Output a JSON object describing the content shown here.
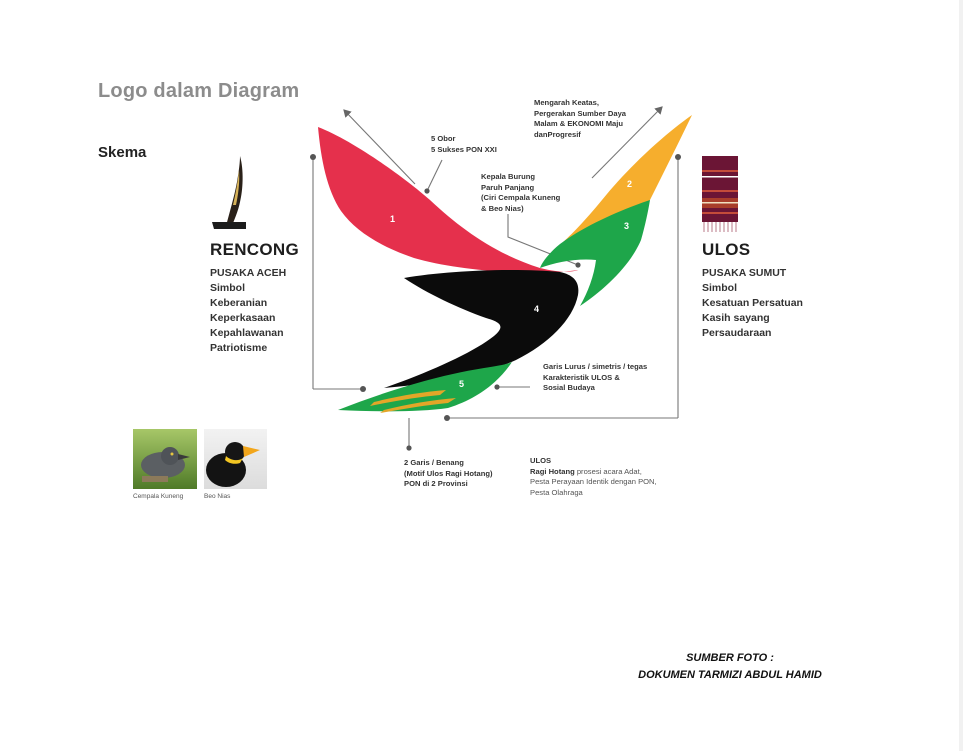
{
  "title": "Logo dalam Diagram",
  "subtitle": "Skema",
  "left": {
    "heading": "RENCONG",
    "lines": [
      "PUSAKA ACEH",
      "Simbol",
      "Keberanian",
      "Keperkasaan",
      "Kepahlawanan",
      "Patriotisme"
    ]
  },
  "right": {
    "heading": "ULOS",
    "lines": [
      "PUSAKA SUMUT",
      "Simbol",
      "Kesatuan Persatuan",
      "Kasih sayang",
      "Persaudaraan"
    ]
  },
  "annotations": {
    "obor": [
      "5 Obor",
      "5 Sukses PON XXI"
    ],
    "mengarah": [
      "Mengarah Keatas,",
      "Pergerakan Sumber Daya",
      "Malam & EKONOMI Maju",
      "danProgresif"
    ],
    "kepala": [
      "Kepala Burung",
      "Paruh Panjang",
      "(Ciri Cempala Kuneng",
      "& Beo Nias)"
    ],
    "garis_lurus": [
      "Garis Lurus / simetris / tegas",
      "Karakteristik ULOS &",
      "Sosial Budaya"
    ],
    "dua_garis": [
      "2 Garis / Benang",
      "(Motif Ulos Ragi Hotang)",
      "PON di 2 Provinsi"
    ],
    "ulos_title": "ULOS",
    "ulos_bold": "Ragi Hotang",
    "ulos_rest": " prosesi acara Adat,",
    "ulos_lines": [
      "Pesta Perayaan Identik dengan PON,",
      "Pesta Olahraga"
    ]
  },
  "segments": [
    "1",
    "2",
    "3",
    "4",
    "5"
  ],
  "birds": [
    {
      "caption": "Cempala Kuneng"
    },
    {
      "caption": "Beo Nias"
    }
  ],
  "source": {
    "line1": "SUMBER FOTO :",
    "line2": "DOKUMEN TARMIZI ABDUL HAMID"
  },
  "colors": {
    "red": "#e5304c",
    "orange": "#f6ae2d",
    "green": "#1ea64a",
    "black": "#0b0b0b",
    "stripe": "#e3a628"
  }
}
